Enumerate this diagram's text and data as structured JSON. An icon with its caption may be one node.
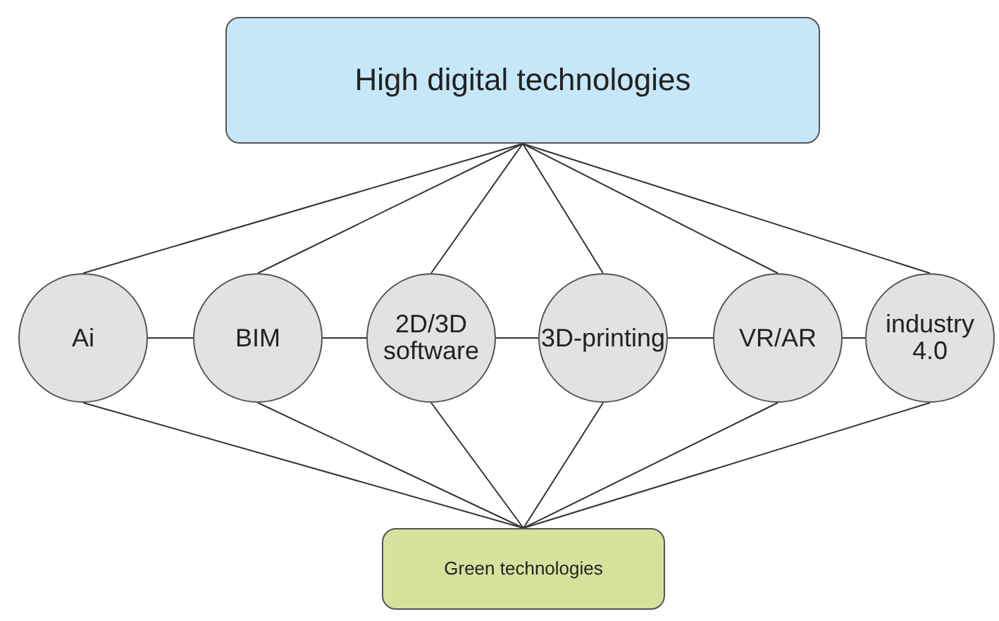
{
  "diagram": {
    "nodes": [
      {
        "text": [
          "High digital technologies"
        ]
      },
      {
        "text": [
          "Ai"
        ]
      },
      {
        "text": [
          "BIM"
        ]
      },
      {
        "text": [
          "2D/3D software"
        ]
      },
      {
        "text": [
          "3D-printing"
        ]
      },
      {
        "text": [
          "VR/AR"
        ]
      },
      {
        "text": [
          "industry 4.0"
        ]
      },
      {
        "text": [
          "Green technologies"
        ]
      }
    ],
    "edges": [
      {
        "from": 0,
        "to": 1,
        "arrow": "none"
      },
      {
        "from": 0,
        "to": 2,
        "arrow": "none"
      },
      {
        "from": 0,
        "to": 3,
        "arrow": "none"
      },
      {
        "from": 0,
        "to": 4,
        "arrow": "none"
      },
      {
        "from": 0,
        "to": 5,
        "arrow": "none"
      },
      {
        "from": 0,
        "to": 6,
        "arrow": "none"
      },
      {
        "from": 1,
        "to": 2,
        "arrow": "none"
      },
      {
        "from": 2,
        "to": 3,
        "arrow": "none"
      },
      {
        "from": 3,
        "to": 4,
        "arrow": "none"
      },
      {
        "from": 4,
        "to": 5,
        "arrow": "none"
      },
      {
        "from": 5,
        "to": 6,
        "arrow": "none"
      },
      {
        "from": 1,
        "to": 7,
        "arrow": "none"
      },
      {
        "from": 2,
        "to": 7,
        "arrow": "none"
      },
      {
        "from": 3,
        "to": 7,
        "arrow": "none"
      },
      {
        "from": 4,
        "to": 7,
        "arrow": "none"
      },
      {
        "from": 5,
        "to": 7,
        "arrow": "none"
      },
      {
        "from": 6,
        "to": 7,
        "arrow": "none"
      }
    ]
  }
}
